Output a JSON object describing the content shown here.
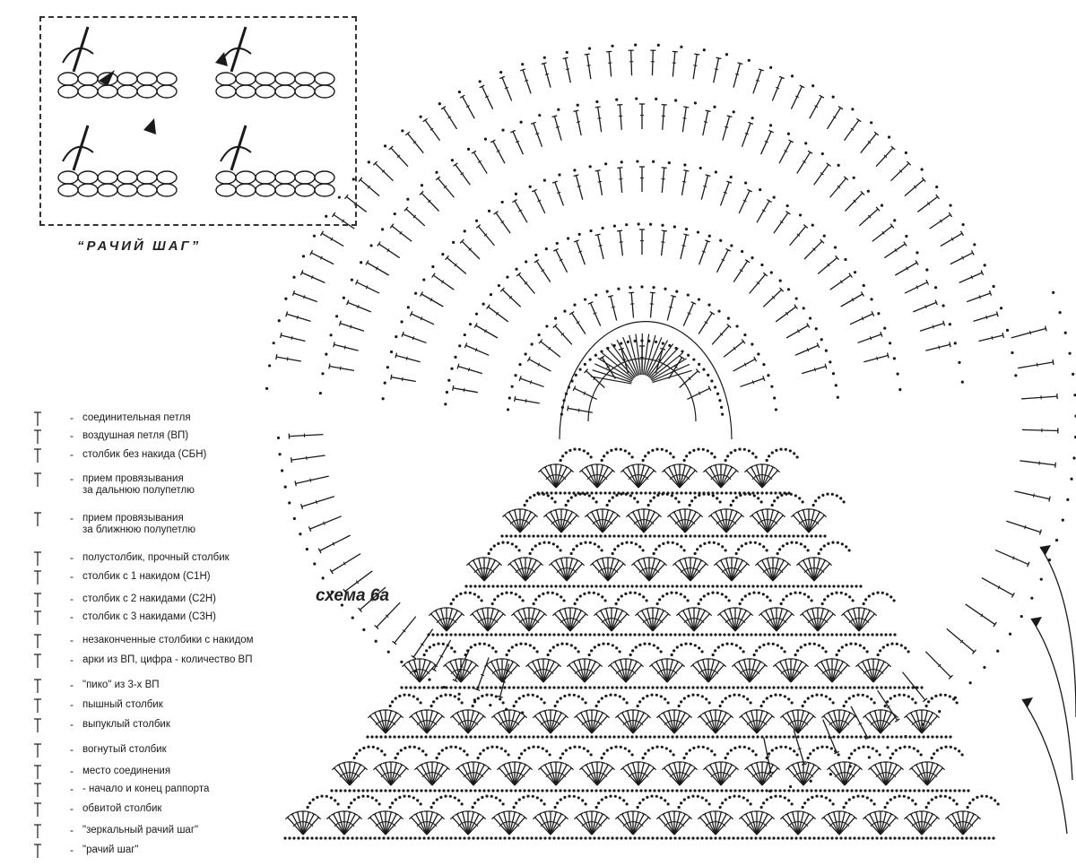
{
  "inset": {
    "caption": "“РАЧИЙ  ШАГ”"
  },
  "scheme": {
    "label": "схема 6а"
  },
  "legend": [
    {
      "icon": "slip-stitch-arc",
      "text": "соединительная петля"
    },
    {
      "icon": "chain-circle",
      "text": "воздушная петля (ВП)"
    },
    {
      "icon": "plus-cross",
      "text": "столбик без накида (СБН)"
    },
    {
      "icon": "back-loop-marks",
      "text": "прием провязывания",
      "text2": "за дальнюю полупетлю"
    },
    {
      "icon": "front-loop-marks",
      "text": "прием провязывания",
      "text2": "за ближнюю полупетлю"
    },
    {
      "icon": "half-double-t",
      "text": "полустолбик, прочный столбик"
    },
    {
      "icon": "double-crochet",
      "text": "столбик с 1 накидом (С1Н)"
    },
    {
      "icon": "treble-crochet",
      "text": "столбик с 2 накидами (С2Н)"
    },
    {
      "icon": "double-treble",
      "text": "столбик с 3 накидами (С3Н)"
    },
    {
      "icon": "cluster",
      "text": "незаконченные столбики с накидом"
    },
    {
      "icon": "chain-arch",
      "text": "арки из ВП, цифра - количество ВП"
    },
    {
      "icon": "picot",
      "text": "\"пико\" из 3-х ВП"
    },
    {
      "icon": "puff-stitch",
      "text": "пышный столбик"
    },
    {
      "icon": "front-post",
      "text": "выпуклый столбик"
    },
    {
      "icon": "back-post",
      "text": "вогнутый столбик"
    },
    {
      "icon": "join-point",
      "text": "место соединения"
    },
    {
      "icon": "star-marks",
      "text": "- начало и конец раппорта"
    },
    {
      "icon": "wrapped-stitch",
      "text": "обвитой столбик"
    },
    {
      "icon": "mirror-crab-triangle",
      "text": "\"зеркальный рачий шаг\""
    },
    {
      "icon": "crab-triangle",
      "text": "\"рачий шаг\""
    }
  ],
  "colors": {
    "ink": "#1a1a1a",
    "paper": "#ffffff",
    "border": "#333333"
  }
}
